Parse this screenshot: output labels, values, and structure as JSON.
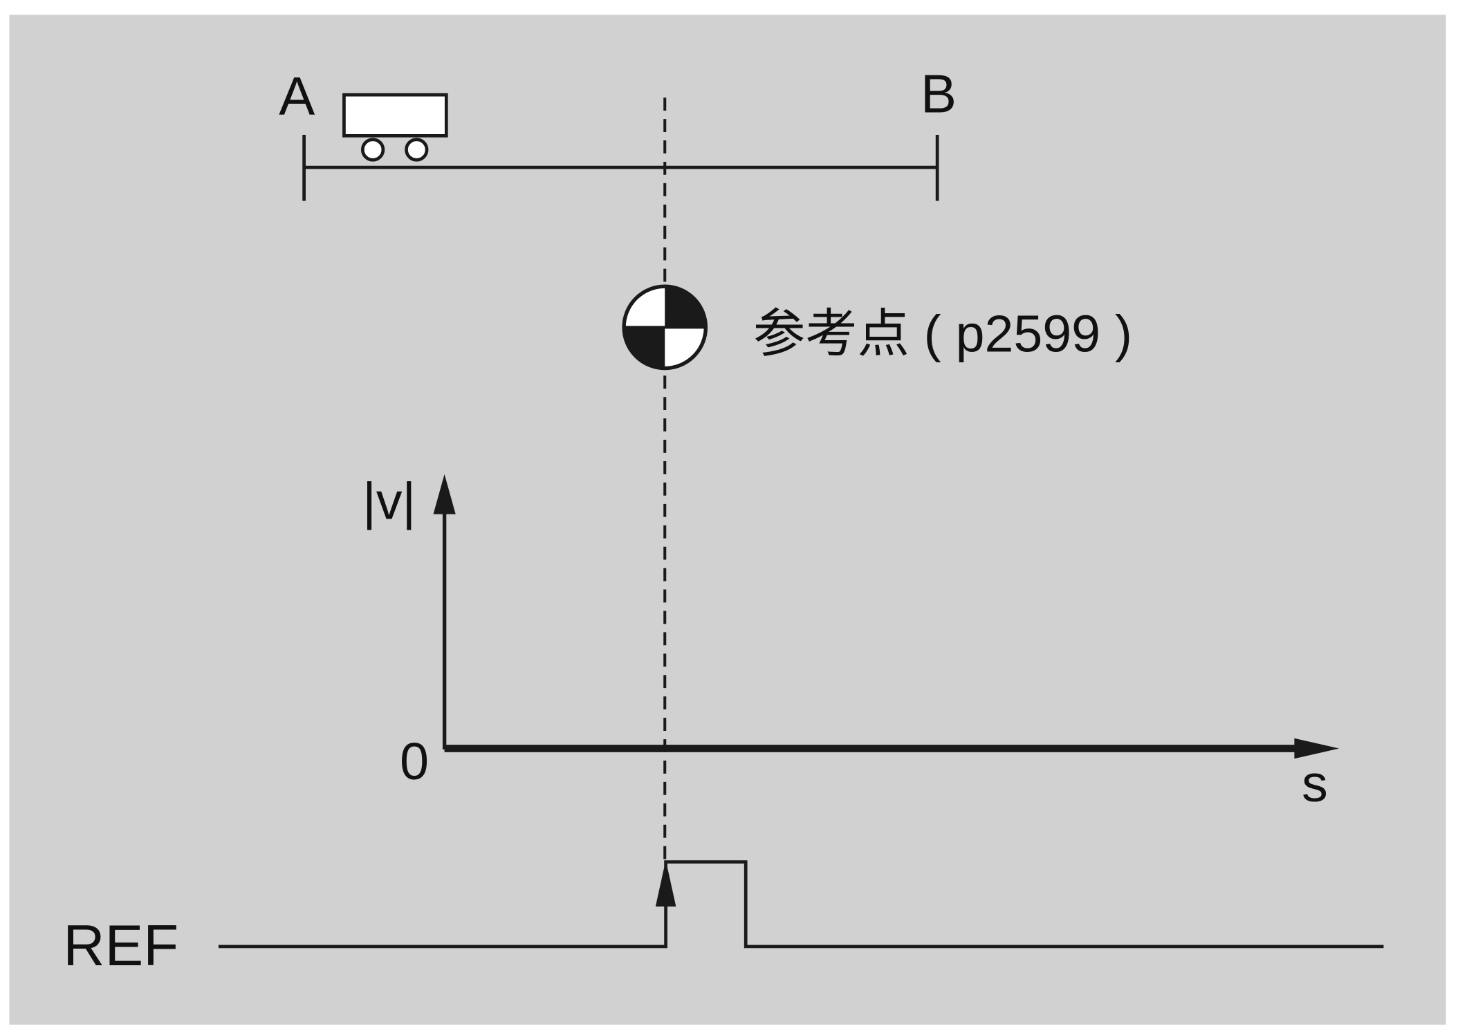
{
  "labels": {
    "point_a": "A",
    "point_b": "B",
    "reference_point": "参考点 ( p2599 )",
    "y_axis": "|v|",
    "origin": "0",
    "x_axis": "s",
    "ref_signal": "REF"
  },
  "colors": {
    "background": "#d1d1d1",
    "stroke": "#1a1a1a",
    "cart_fill": "#ffffff"
  }
}
